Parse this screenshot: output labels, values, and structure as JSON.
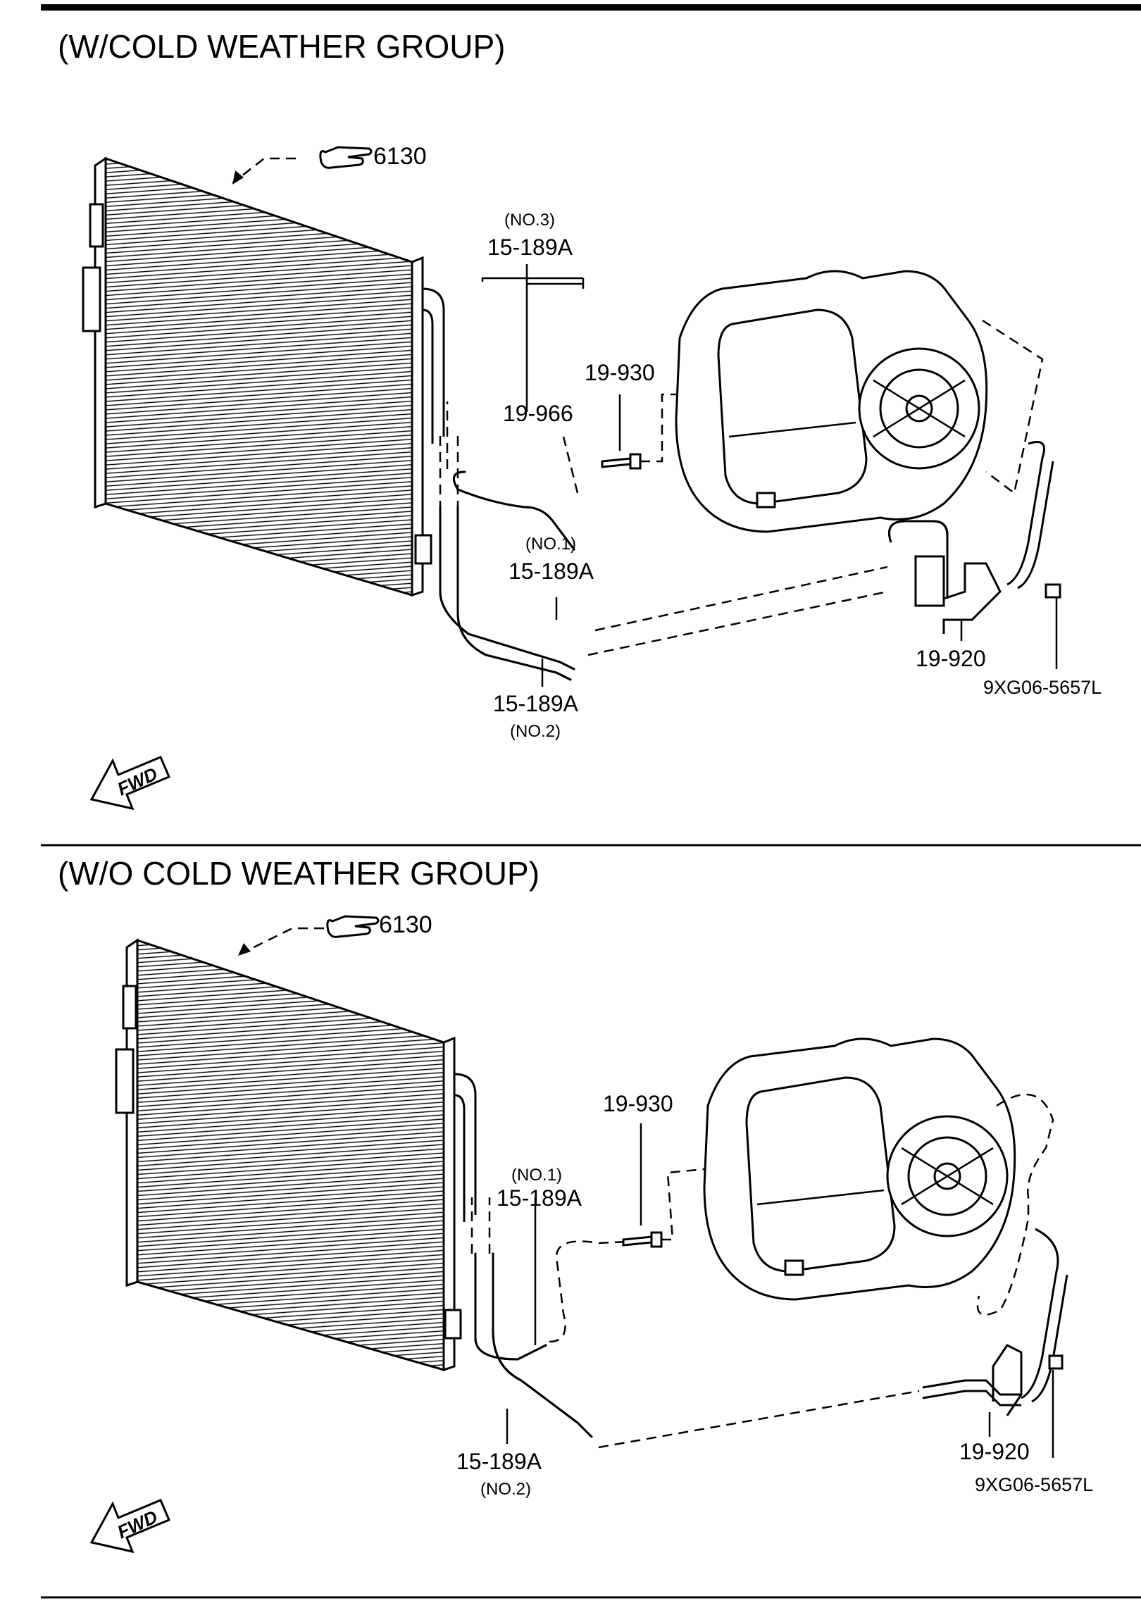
{
  "sections": [
    {
      "header": "(W/COLD WEATHER GROUP)",
      "ref_label": "6130",
      "callouts": {
        "no3_tag": "(NO.3)",
        "no3_part": "15-189A",
        "part_19966": "19-966",
        "part_19930": "19-930",
        "no1_tag": "(NO.1)",
        "no1_part": "15-189A",
        "no2_part": "15-189A",
        "no2_tag": "(NO.2)",
        "part_19920": "19-920",
        "diagram_code": "9XG06-5657L"
      },
      "fwd_label": "FWD"
    },
    {
      "header": "(W/O COLD WEATHER GROUP)",
      "ref_label": "6130",
      "callouts": {
        "part_19930": "19-930",
        "no1_tag": "(NO.1)",
        "no1_part": "15-189A",
        "no2_part": "15-189A",
        "no2_tag": "(NO.2)",
        "part_19920": "19-920",
        "diagram_code": "9XG06-5657L"
      },
      "fwd_label": "FWD"
    }
  ],
  "icons": {
    "ref": "pointing-hand-icon",
    "fwd": "forward-arrow-icon"
  },
  "colors": {
    "ink": "#000000",
    "paper": "#ffffff"
  }
}
